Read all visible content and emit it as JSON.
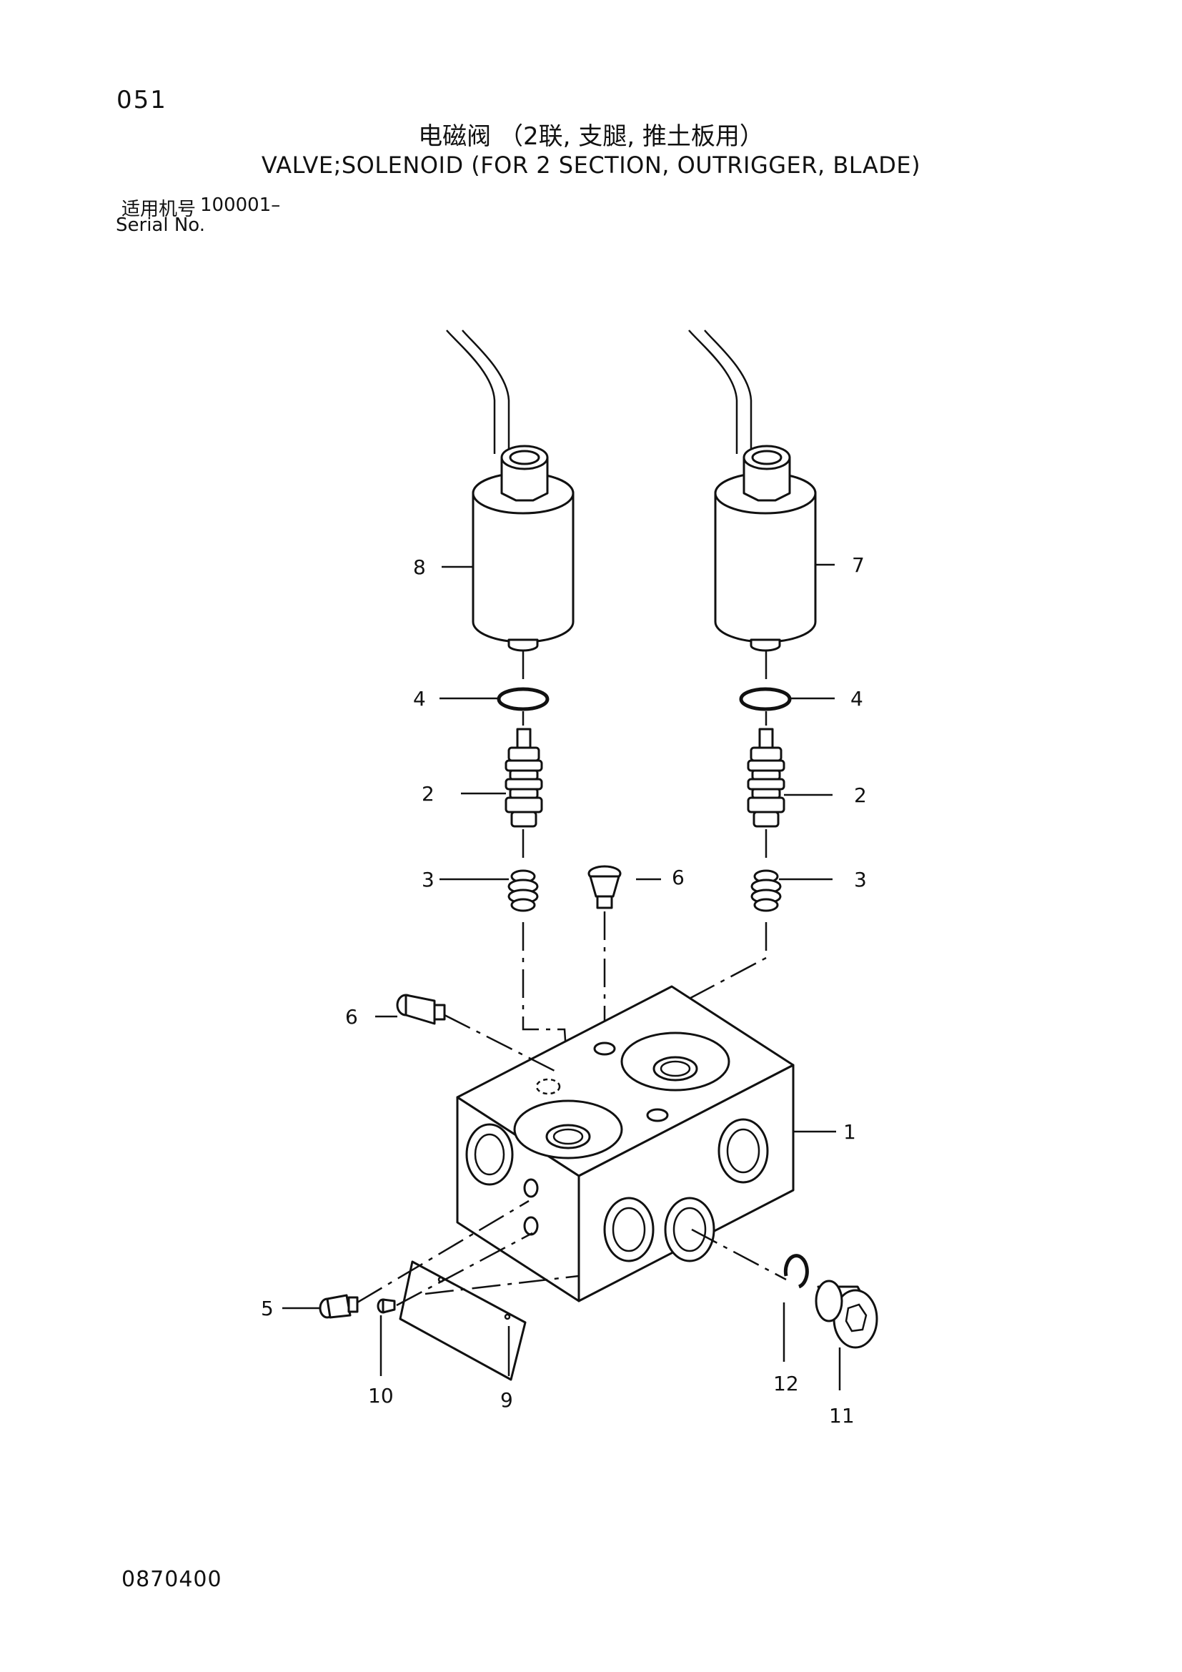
{
  "page_number": "051",
  "title_cn": "电磁阀 （2联, 支腿, 推土板用）",
  "title_en": "VALVE;SOLENOID (FOR 2 SECTION, OUTRIGGER, BLADE)",
  "serial": {
    "label_cn": "适用机号",
    "value": "100001–",
    "label_en": "Serial No."
  },
  "callouts": {
    "c1": "1",
    "c2_left": "2",
    "c2_right": "2",
    "c3_left": "3",
    "c3_right": "3",
    "c4_left": "4",
    "c4_right": "4",
    "c5": "5",
    "c6_top": "6",
    "c6_side": "6",
    "c7": "7",
    "c8": "8",
    "c9": "9",
    "c10": "10",
    "c11": "11",
    "c12": "12"
  },
  "document_code": "0870400"
}
